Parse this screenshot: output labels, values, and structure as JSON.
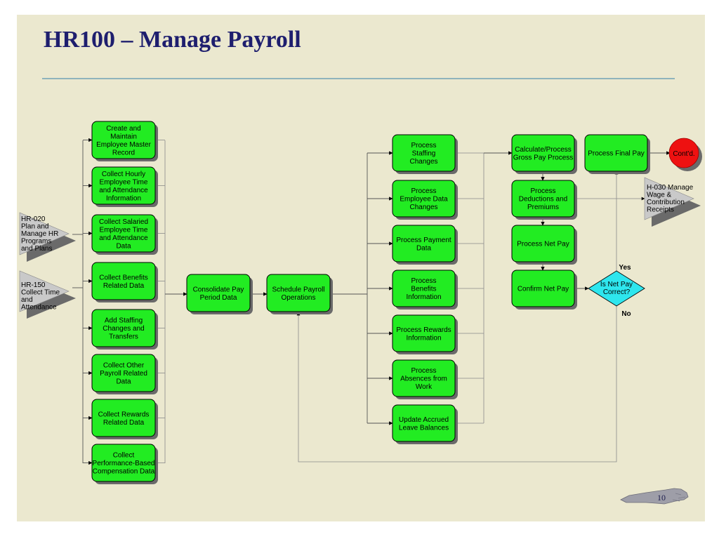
{
  "title": "HR100 – Manage Payroll",
  "page_number": "10",
  "inputs": [
    {
      "id": "in1",
      "text": "HR-020 Plan and Manage HR Programs and Plans"
    },
    {
      "id": "in2",
      "text": "HR-150 Collect Time and Attendance"
    }
  ],
  "collect_column": [
    "Create and Maintain Employee Master Record",
    "Collect Hourly Employee Time and Attendance Information",
    "Collect Salaried Employee Time and Attendance Data",
    "Collect Benefits Related Data",
    "Add Staffing Changes and Transfers",
    "Collect Other Payroll Related Data",
    "Collect Rewards Related Data",
    "Collect Performance-Based Compensation Data"
  ],
  "consolidate": "Consolidate Pay Period Data",
  "schedule": "Schedule Payroll Operations",
  "process_column": [
    "Process Staffing Changes",
    "Process Employee Data Changes",
    "Process Payment Data",
    "Process Benefits Information",
    "Process Rewards Information",
    "Process Absences from Work",
    "Update Accrued Leave Balances"
  ],
  "calc_column": [
    "Calculate/Process Gross Pay Process",
    "Process Deductions and Premiums",
    "Process Net Pay",
    "Confirm Net Pay"
  ],
  "final_pay": "Process Final Pay",
  "contd": "Cont'd.",
  "output": {
    "text": "H-030 Manage Wage & Contribution Receipts"
  },
  "decision": {
    "text": "Is Net Pay Correct?",
    "yes": "Yes",
    "no": "No"
  },
  "colors": {
    "background": "#ebe8cf",
    "box_fill": "#22ec22",
    "title": "#1e1e6e",
    "decision_fill": "#2ee6ee",
    "connector_fill": "#ee1111",
    "arrow_fill": "#c9c9c9",
    "rule": "#8fb4bc"
  },
  "icons": [
    "north-carolina-state-map-icon"
  ]
}
